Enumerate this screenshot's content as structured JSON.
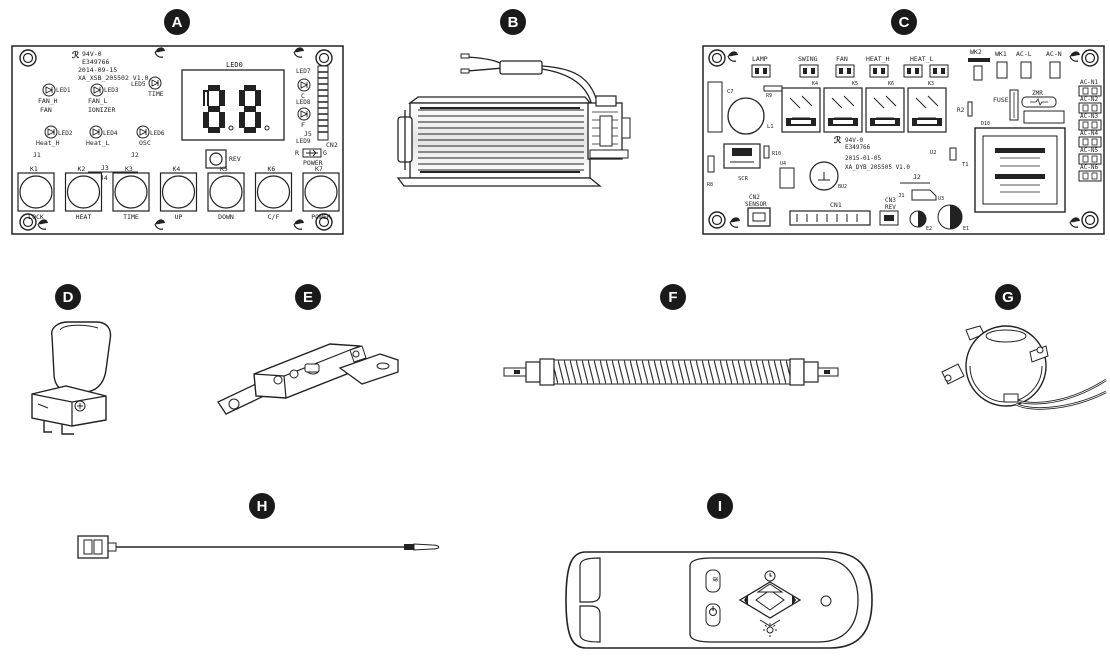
{
  "panel_labels": {
    "a": "A",
    "b": "B",
    "c": "C",
    "d": "D",
    "e": "E",
    "f": "F",
    "g": "G",
    "h": "H",
    "i": "I"
  },
  "board_a": {
    "cert1": "94V-0",
    "cert2": "E349766",
    "date": "2014-09-15",
    "model": "XA_XSB_205502  V1.0",
    "led0": "LED0",
    "led1": "LED1",
    "led1_label": "FAN_H",
    "led1_sub": "FAN",
    "led3": "LED3",
    "led3_label": "FAN_L",
    "led3_sub": "IONIZER",
    "led5": "LED5",
    "time_label": "TIME",
    "led2": "LED2",
    "led2_label": "Heat_H",
    "led4": "LED4",
    "led4_label": "Heat_L",
    "led6": "LED6",
    "led6_label": "OSC",
    "led7": "LED7",
    "led7_label": "C",
    "led8": "LED8",
    "led8_label": "F",
    "led9": "LED9",
    "j5": "J5",
    "cn2": "CN2",
    "rev": "REV",
    "power_r": "R",
    "power_g": "G",
    "power_label": "POWER",
    "j1": "J1",
    "j2": "J2",
    "j3": "J3",
    "j4": "J4",
    "keys": [
      {
        "id": "K1",
        "label": "LOCK"
      },
      {
        "id": "K2",
        "label": "HEAT"
      },
      {
        "id": "K3",
        "label": "TIME"
      },
      {
        "id": "K4",
        "label": "UP"
      },
      {
        "id": "K5",
        "label": "DOWN"
      },
      {
        "id": "K6",
        "label": "C/F"
      },
      {
        "id": "K7",
        "label": "POWER"
      }
    ]
  },
  "board_c": {
    "lamp": "LAMP",
    "swing": "SWING",
    "fan": "FAN",
    "heat_h": "HEAT_H",
    "heat_l": "HEAT_L",
    "wk2": "WK2",
    "wk1": "WK1",
    "ac_l": "AC-L",
    "ac_n": "AC-N",
    "fuse": "FUSE",
    "zmr": "ZMR",
    "r2": "R2",
    "r9": "R9",
    "c7": "C7",
    "l1": "L1",
    "k4": "K4",
    "k5": "K5",
    "k6": "K6",
    "k3": "K3",
    "cert1": "94V-0",
    "cert2": "E349766",
    "date": "2015-01-05",
    "model": "XA_DYB_205505  V1.0",
    "u2": "U2",
    "u4": "U4",
    "bu2": "BU2",
    "scr": "SCR",
    "r10": "R10",
    "r8": "R8",
    "d10": "D10",
    "j2": "J2",
    "j1": "J1",
    "u3": "U3",
    "cn1": "CN1",
    "cn2": "CN2",
    "sensor": "SENSOR",
    "cn3": "CN3",
    "rev": "REV",
    "e2": "E2",
    "e1": "E1",
    "t1": "T1",
    "ac_outputs": [
      "AC-N1",
      "AC-N2",
      "AC-N3",
      "AC-N4",
      "AC-N5",
      "AC-N6"
    ]
  },
  "remote": {
    "top_icon": "timer-icon",
    "side_icon": "swing-icon",
    "power_icon": "power-icon",
    "light_icon": "light-icon"
  }
}
